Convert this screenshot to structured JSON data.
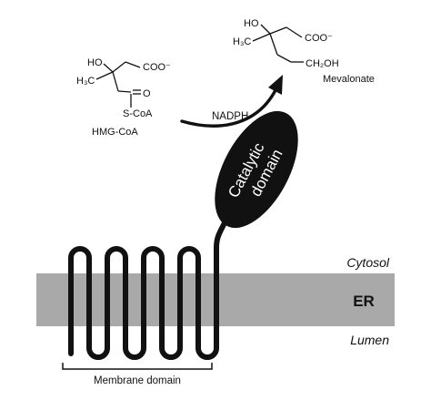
{
  "colors": {
    "membrane": "#a9a9a9",
    "protein": "#111111",
    "background": "#ffffff",
    "domain_text": "#ffffff"
  },
  "hmg_coa": {
    "ho": "HO",
    "h3c": "H₃C",
    "coo": "COO⁻",
    "carbonyl_o": "O",
    "s_coa": "S-CoA",
    "name": "HMG-CoA"
  },
  "mevalonate": {
    "ho": "HO",
    "h3c": "H₃C",
    "coo": "COO⁻",
    "ch2oh": "CH₂OH",
    "name": "Mevalonate"
  },
  "reaction": {
    "cofactor": "NADPH"
  },
  "catalytic_domain": {
    "line1": "Catalytic",
    "line2": "domain"
  },
  "membrane": {
    "cytosol_label": "Cytosol",
    "er_label": "ER",
    "lumen_label": "Lumen",
    "membrane_domain_label": "Membrane domain"
  }
}
